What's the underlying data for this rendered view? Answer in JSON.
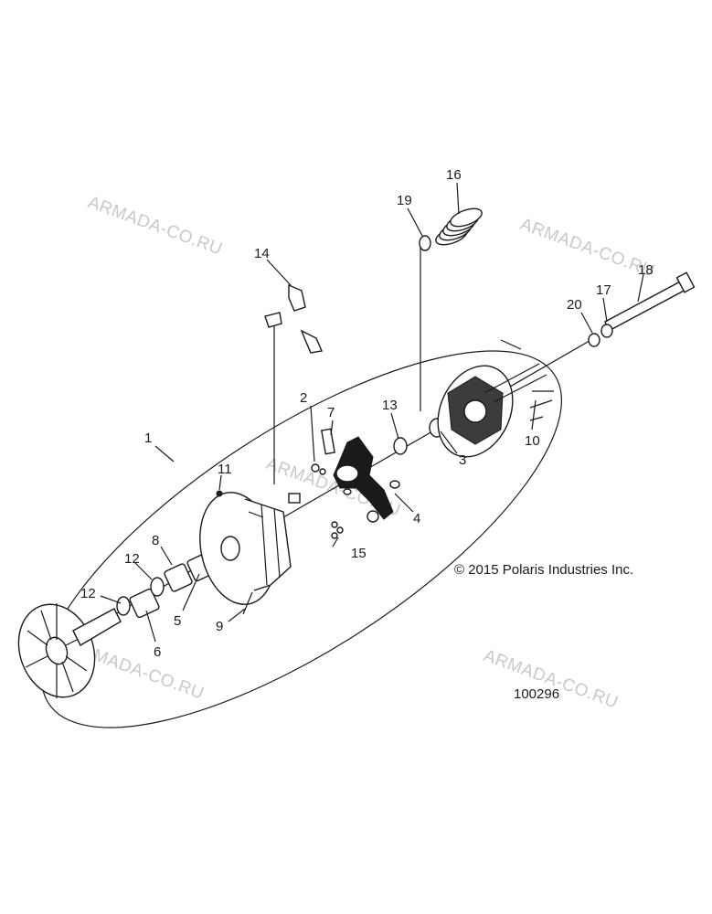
{
  "callouts": [
    "1",
    "2",
    "3",
    "4",
    "5",
    "6",
    "7",
    "8",
    "9",
    "10",
    "11",
    "12",
    "12",
    "13",
    "14",
    "15",
    "16",
    "17",
    "18",
    "19",
    "20"
  ],
  "copyright": "© 2015 Polaris Industries Inc.",
  "diagram_id": "100296",
  "watermark": "ARMADA-CO.RU"
}
